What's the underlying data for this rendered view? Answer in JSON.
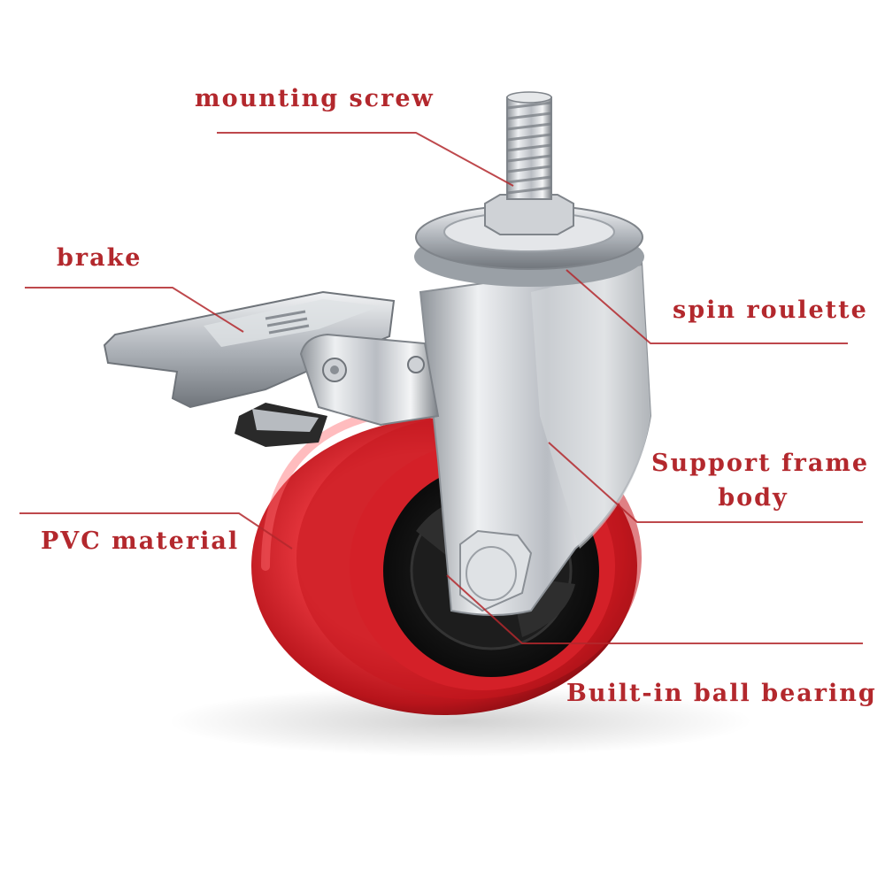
{
  "labels": {
    "mounting_screw": "mounting screw",
    "brake": "brake",
    "spin_roulette": "spin roulette",
    "support_frame_line1": "Support frame",
    "support_frame_line2": "body",
    "pvc_material": "PVC material",
    "ball_bearing": "Built-in ball bearing"
  },
  "colors": {
    "label_text": "#b3282d",
    "leader_line": "#b3282d",
    "wheel_tread": "#c8161d",
    "wheel_hub": "#151515",
    "metal": "#c9ccd1"
  }
}
